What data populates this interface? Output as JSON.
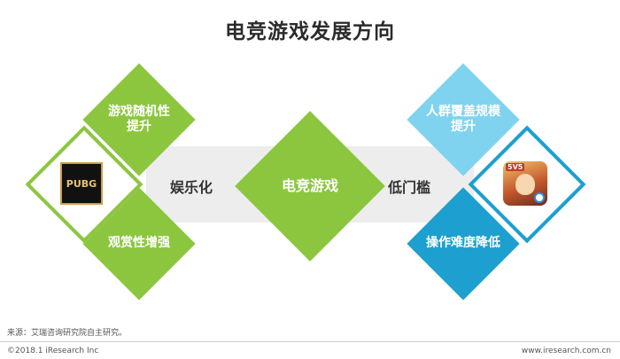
{
  "title": "电竞游戏发展方向",
  "center": {
    "label": "电竞游戏"
  },
  "left": {
    "band_label": "娱乐化",
    "top_label": "游戏随机性\n提升",
    "bottom_label": "观赏性增强",
    "logo_text": "PUBG"
  },
  "right": {
    "band_label": "低门槛",
    "top_label": "人群覆盖规模\n提升",
    "bottom_label": "操作难度降低",
    "logo_badge": "5V5"
  },
  "colors": {
    "green": "#8cc63f",
    "green_dark": "#6aa82a",
    "blue_light": "#7fd3ef",
    "blue": "#1d9fcf",
    "band": "#ededed"
  },
  "footer": {
    "source": "来源：艾瑞咨询研究院自主研究。",
    "copyright": "©2018.1 iResearch Inc",
    "url": "www.iresearch.com.cn"
  }
}
